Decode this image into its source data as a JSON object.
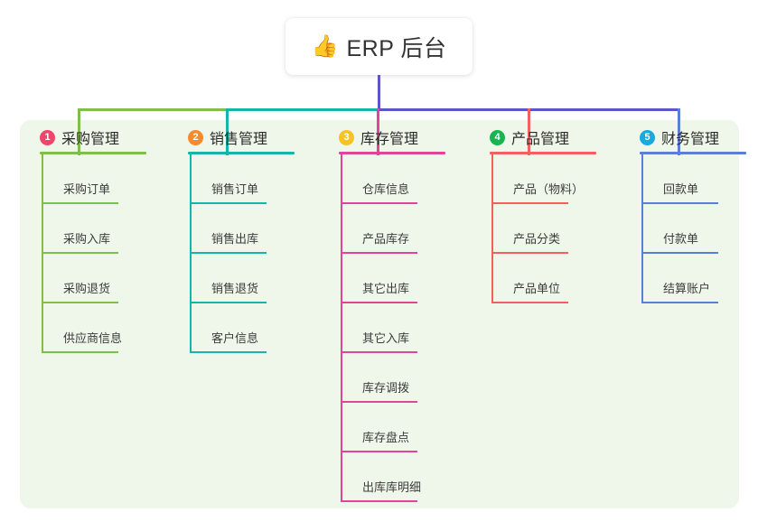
{
  "root": {
    "icon": "thumbs-up-icon",
    "emoji": "👍",
    "title": "ERP 后台"
  },
  "panel": {
    "background_color": "#eef7e9"
  },
  "columns": [
    {
      "number": "1",
      "title": "采购管理",
      "badge_color": "#f2456b",
      "line_color": "#7cbf4e",
      "items": [
        "采购订单",
        "采购入库",
        "采购退货",
        "供应商信息"
      ]
    },
    {
      "number": "2",
      "title": "销售管理",
      "badge_color": "#f58a2e",
      "line_color": "#16b5aa",
      "items": [
        "销售订单",
        "销售出库",
        "销售退货",
        "客户信息"
      ]
    },
    {
      "number": "3",
      "title": "库存管理",
      "badge_color": "#f6c325",
      "line_color": "#e0459a",
      "items": [
        "仓库信息",
        "产品库存",
        "其它出库",
        "其它入库",
        "库存调拨",
        "库存盘点",
        "出库库明细"
      ]
    },
    {
      "number": "4",
      "title": "产品管理",
      "badge_color": "#18b451",
      "line_color": "#f4605f",
      "items": [
        "产品（物料）",
        "产品分类",
        "产品单位"
      ]
    },
    {
      "number": "5",
      "title": "财务管理",
      "badge_color": "#17a9e0",
      "line_color": "#5a7fd6",
      "items": [
        "回款单",
        "付款单",
        "结算账户"
      ]
    }
  ],
  "connectors": {
    "trunk_color": "#5a55c8",
    "bus_segments": [
      {
        "color": "#7cbf4e"
      },
      {
        "color": "#16b5aa"
      },
      {
        "color": "#5a55c8"
      }
    ],
    "drops": [
      {
        "color": "#7cbf4e"
      },
      {
        "color": "#16b5aa"
      },
      {
        "color": "#e0459a"
      },
      {
        "color": "#f4605f"
      },
      {
        "color": "#5a7fd6"
      }
    ]
  }
}
